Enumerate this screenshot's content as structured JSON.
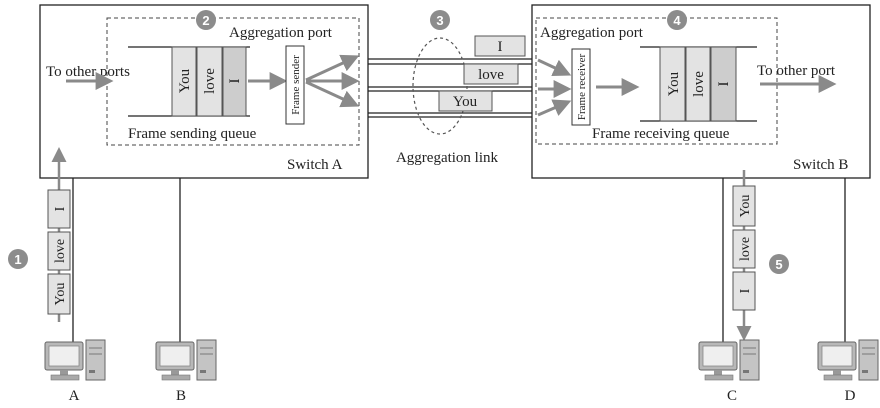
{
  "switch_a": {
    "label": "Switch A",
    "aggregation_port_label": "Aggregation port",
    "to_other_ports": "To other ports",
    "queue_label": "Frame sending queue",
    "queue_frames": [
      "You",
      "love",
      "I"
    ],
    "frame_sender": "Frame sender"
  },
  "link": {
    "label": "Aggregation link",
    "frames": [
      "I",
      "love",
      "You"
    ]
  },
  "switch_b": {
    "label": "Switch B",
    "aggregation_port_label": "Aggregation port",
    "to_other_port": "To other port",
    "queue_label": "Frame receiving queue",
    "queue_frames": [
      "You",
      "love",
      "I"
    ],
    "frame_receiver": "Frame receiver"
  },
  "steps": [
    "1",
    "2",
    "3",
    "4",
    "5"
  ],
  "host_a_stack": [
    "I",
    "love",
    "You"
  ],
  "host_c_stack": [
    "You",
    "love",
    "I"
  ],
  "hosts": [
    "A",
    "B",
    "C",
    "D"
  ],
  "colors": {
    "frame_fill": "#e3e3e3",
    "frame_fill_dark": "#cdcdcd",
    "step_circle": "#8c8c8c",
    "arrow": "#8a8a8a",
    "line": "#222222"
  }
}
